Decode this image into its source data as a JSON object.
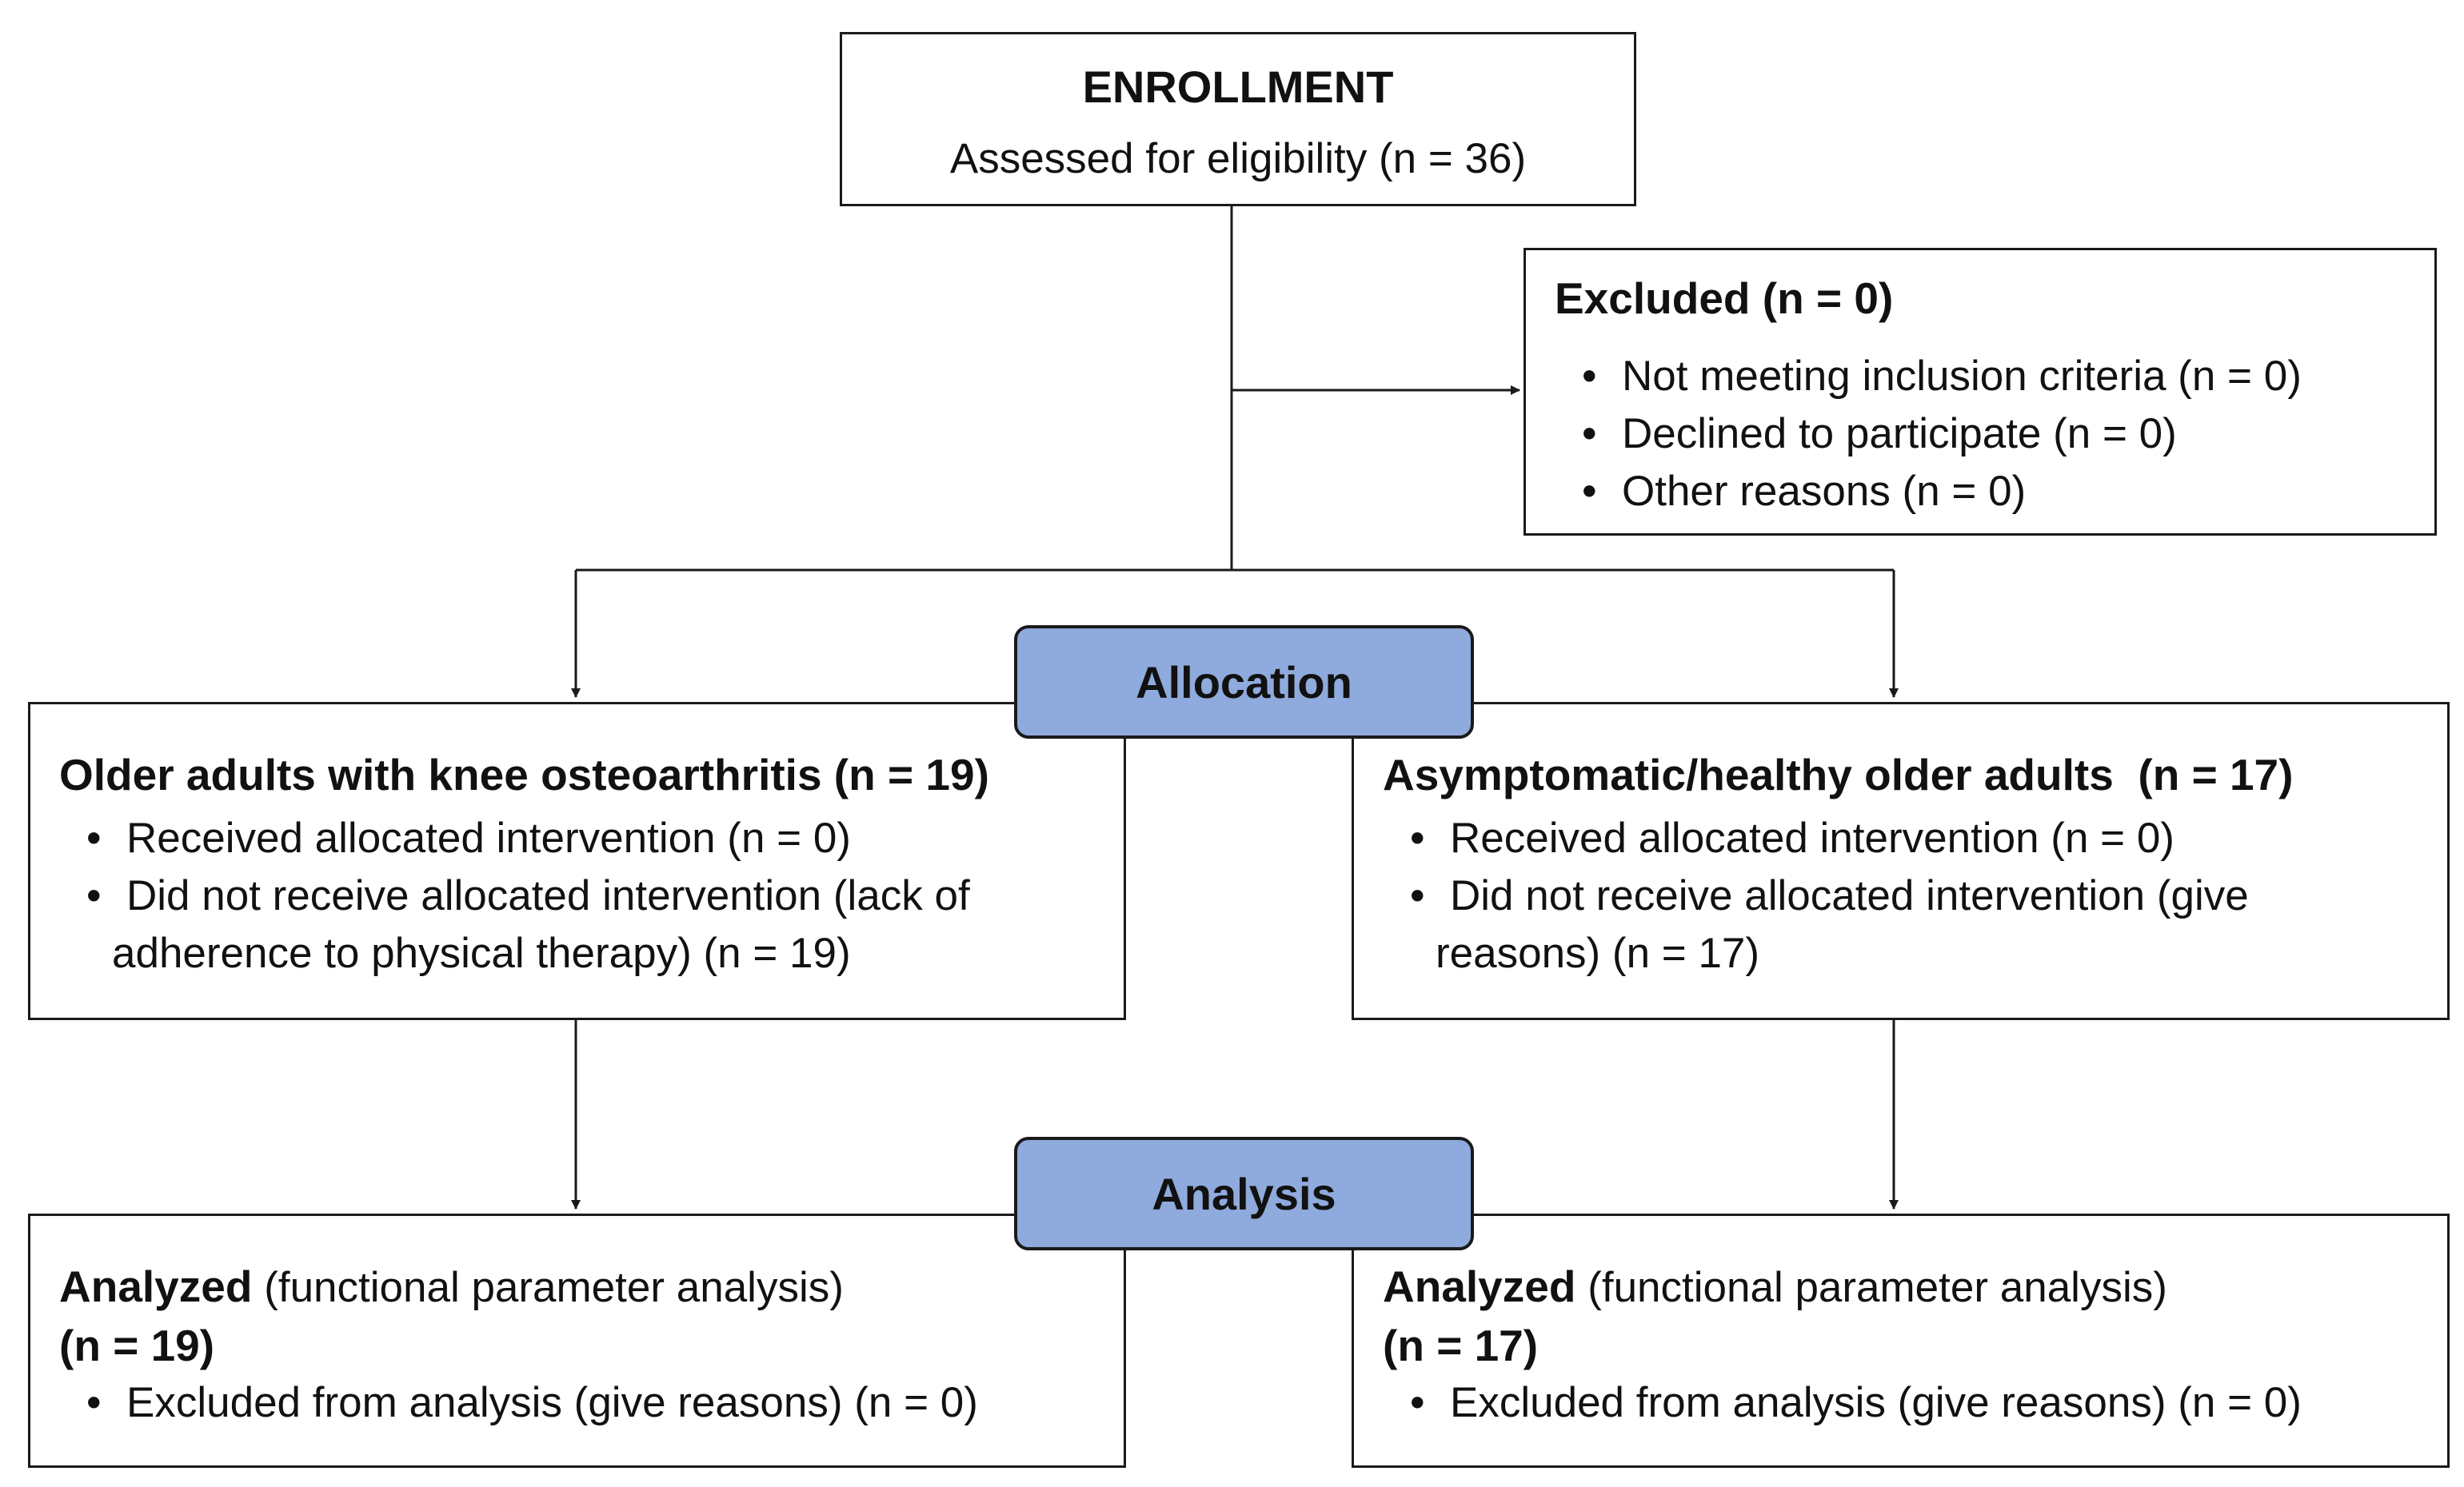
{
  "enrollment": {
    "heading": "ENROLLMENT",
    "assessed": "Assessed for eligibility",
    "assessed_n": "(n = 36)"
  },
  "excluded": {
    "heading": "Excluded (n = 0)",
    "items": [
      "Not meeting inclusion criteria (n = 0)",
      "Declined to participate (n = 0)",
      "Other reasons (n = 0)"
    ]
  },
  "allocation": {
    "label": "Allocation",
    "left": {
      "heading": "Older adults with knee osteoarthritis (n = 19)",
      "item1": "Received allocated intervention (n = 0)",
      "item2_line1": "Did not receive allocated intervention (lack of",
      "item2_line2": "adherence to physical therapy) (n = 19)"
    },
    "right": {
      "heading": "Asymptomatic/healthy older adults  (n = 17)",
      "item1": "Received allocated intervention (n = 0)",
      "item2_line1": "Did not receive allocated intervention (give",
      "item2_line2": "reasons) (n = 17)"
    }
  },
  "analysis": {
    "label": "Analysis",
    "left": {
      "heading_bold": "Analyzed",
      "heading_rest": "(functional parameter analysis)",
      "n": "(n = 19)",
      "item": "Excluded from analysis (give reasons) (n = 0)"
    },
    "right": {
      "heading_bold": "Analyzed",
      "heading_rest": "(functional parameter analysis)",
      "n": "(n = 17)",
      "item": "Excluded from analysis (give reasons) (n = 0)"
    }
  }
}
